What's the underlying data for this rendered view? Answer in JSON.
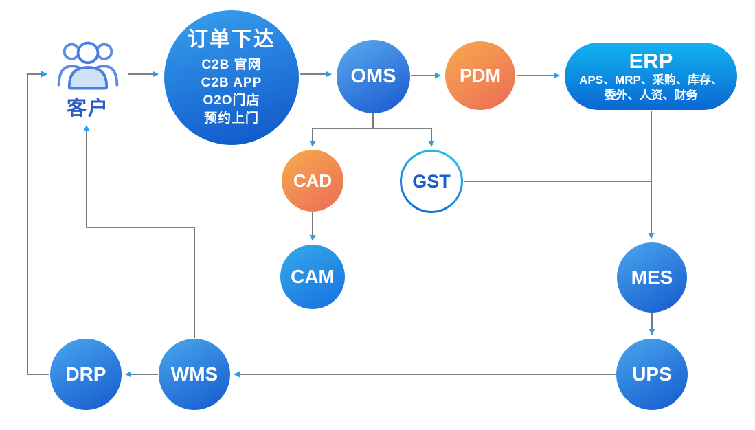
{
  "diagram": {
    "nodes": {
      "customer": {
        "label": "客户"
      },
      "order": {
        "title": "订单下达",
        "lines": [
          "C2B 官网",
          "C2B APP",
          "O2O门店",
          "预约上门"
        ]
      },
      "oms": {
        "label": "OMS"
      },
      "pdm": {
        "label": "PDM"
      },
      "erp": {
        "title": "ERP",
        "sub1": "APS、MRP、采购、库存、",
        "sub2": "委外、人资、财务"
      },
      "cad": {
        "label": "CAD"
      },
      "gst": {
        "label": "GST"
      },
      "cam": {
        "label": "CAM"
      },
      "mes": {
        "label": "MES"
      },
      "ups": {
        "label": "UPS"
      },
      "wms": {
        "label": "WMS"
      },
      "drp": {
        "label": "DRP"
      }
    },
    "edges": [
      "客户→订单下达",
      "订单下达→OMS",
      "OMS→PDM",
      "PDM→ERP",
      "OMS→CAD",
      "OMS→GST",
      "CAD→CAM",
      "GST→ERP下行线",
      "ERP→MES",
      "MES→UPS",
      "UPS→WMS",
      "WMS→DRP",
      "WMS→客户",
      "DRP→客户"
    ],
    "colors": {
      "line": "#54585c",
      "arrowhead": "#2a9df0",
      "blue_gradient_start": "#4aa7ee",
      "blue_gradient_end": "#1459cd",
      "orange_gradient_start": "#f7ab4e",
      "orange_gradient_end": "#ec6b57",
      "erp_gradient_start": "#12b3ef",
      "erp_gradient_end": "#0a67d2",
      "gst_text": "#1560d0",
      "customer_label": "#2e5cc5"
    }
  }
}
